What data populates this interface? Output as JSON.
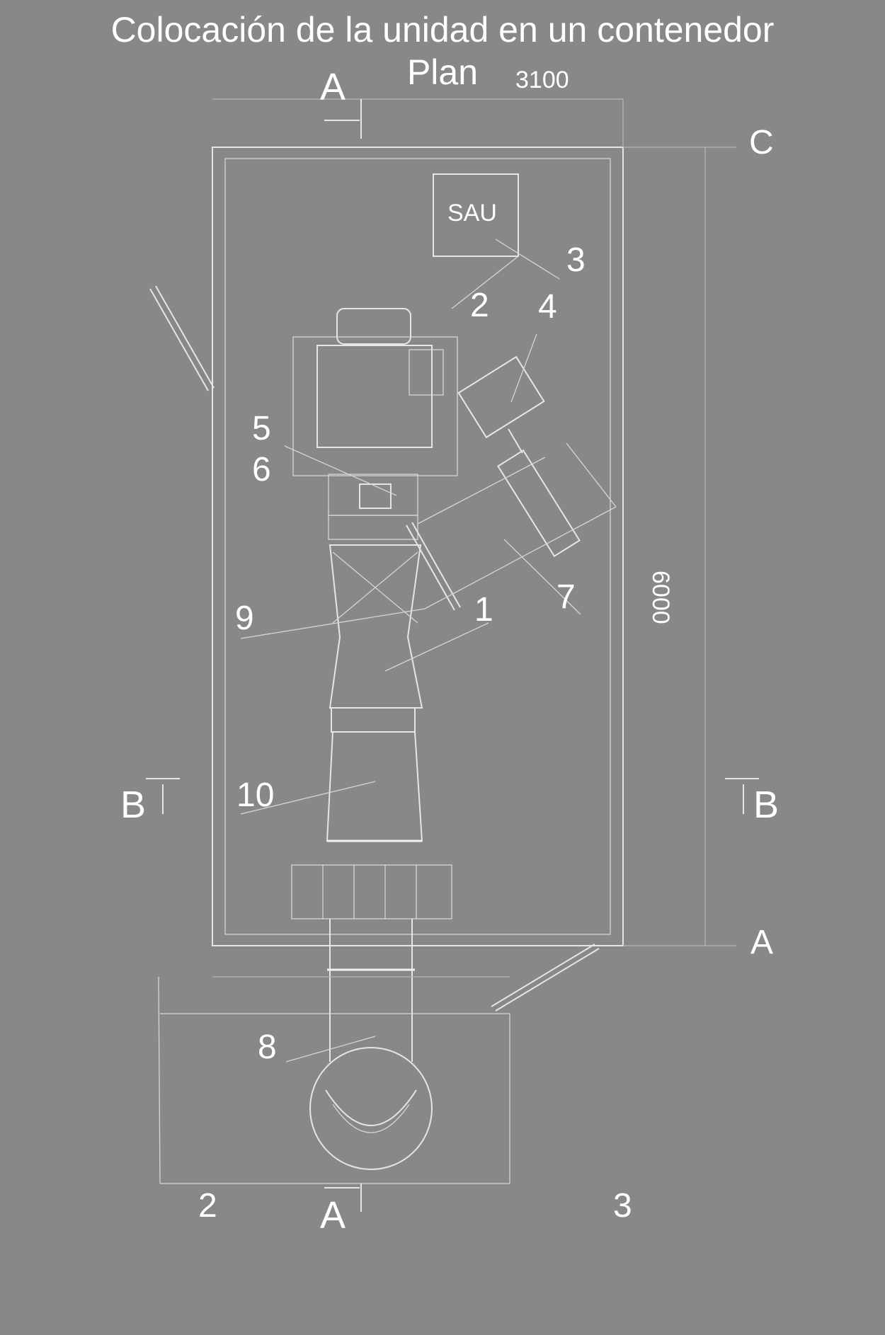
{
  "title": {
    "line1": "Colocación de la unidad en un contenedor",
    "line2": "Plan"
  },
  "dimensions": {
    "width": "3100",
    "length": "6000"
  },
  "section_marks": {
    "a_top": "A",
    "a_bottom": "A",
    "a_right": "A",
    "b_left": "B",
    "b_right": "B",
    "c": "C"
  },
  "equipment": {
    "sau": "SAU"
  },
  "callouts": [
    "1",
    "2",
    "3",
    "4",
    "5",
    "6",
    "7",
    "8",
    "9",
    "10"
  ],
  "axis_labels": {
    "left": "2",
    "right": "3"
  }
}
